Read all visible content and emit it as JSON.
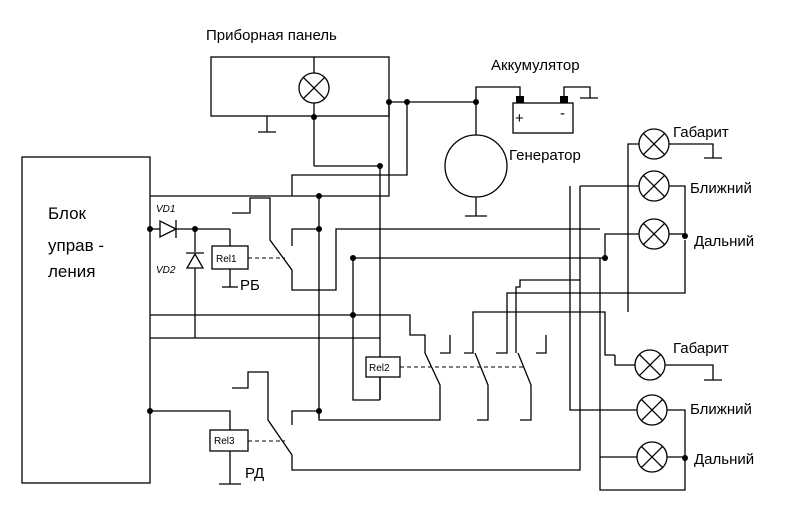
{
  "labels": {
    "dashboard": "Приборная панель",
    "battery": "Аккумулятор",
    "battery_plus": "+",
    "battery_minus": "-",
    "generator": "Генератор",
    "control_unit_line1": "Блок",
    "control_unit_line2": "управ -",
    "control_unit_line3": "ления",
    "diode1": "VD1",
    "diode2": "VD2",
    "relay1": "Rel1",
    "relay2": "Rel2",
    "relay3": "Rel3",
    "rb": "РБ",
    "rd": "РД",
    "lamp_parking_1": "Габарит",
    "lamp_low_1": "Ближний",
    "lamp_high_1": "Дальний",
    "lamp_parking_2": "Габарит",
    "lamp_low_2": "Ближний",
    "lamp_high_2": "Дальний"
  }
}
